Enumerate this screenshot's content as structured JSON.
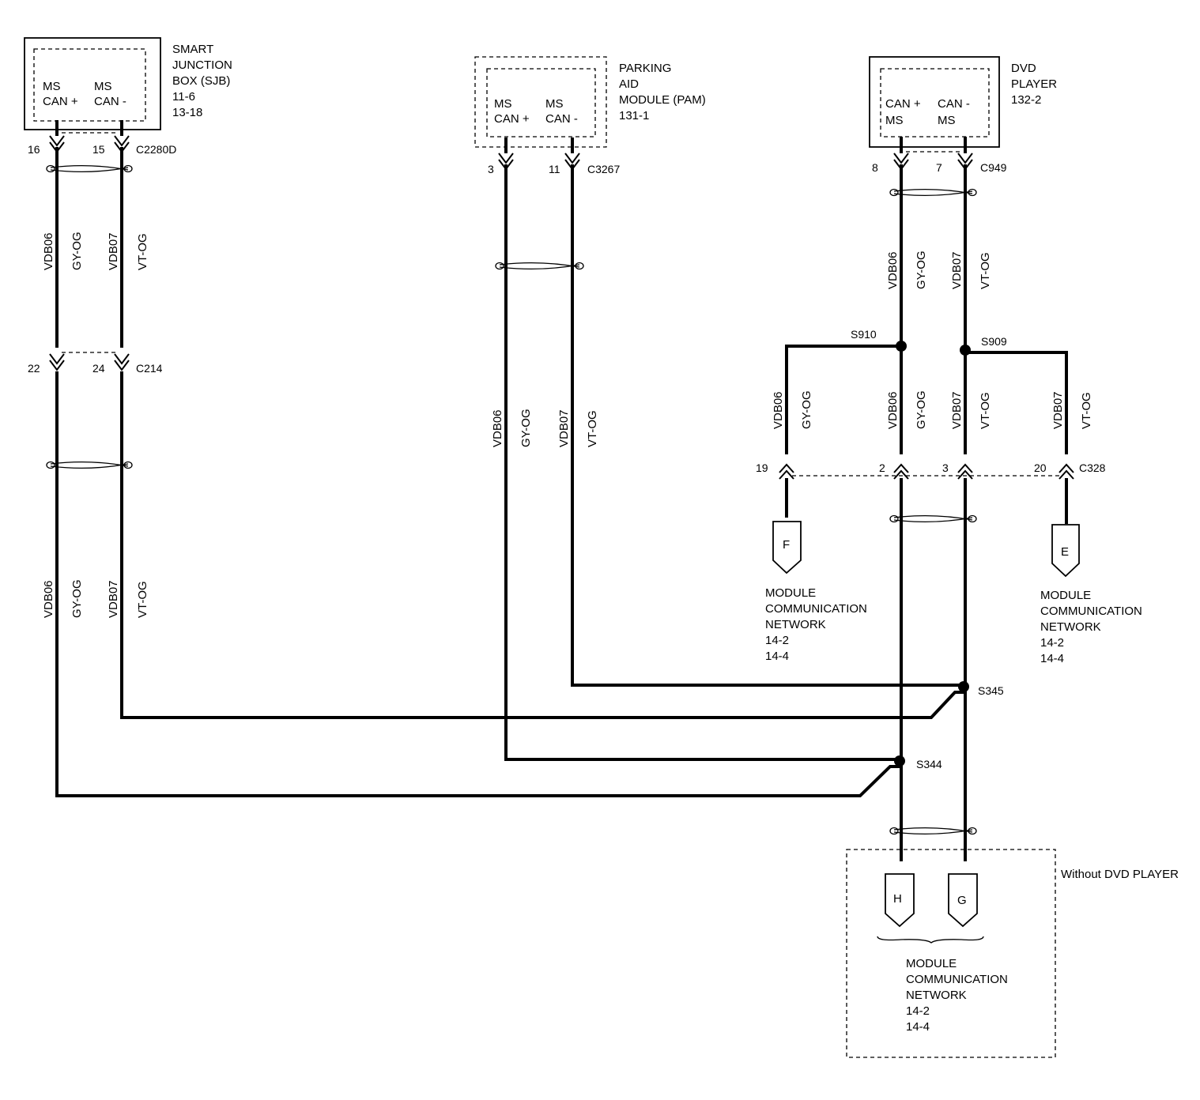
{
  "modules": {
    "sjb": {
      "name": [
        "SMART",
        "JUNCTION",
        "BOX (SJB)",
        "11-6",
        "13-18"
      ],
      "pins": [
        [
          "MS",
          "CAN +"
        ],
        [
          "MS",
          "CAN -"
        ]
      ]
    },
    "pam": {
      "name": [
        "PARKING",
        "AID",
        "MODULE (PAM)",
        "131-1"
      ],
      "pins": [
        [
          "MS",
          "CAN +"
        ],
        [
          "MS",
          "CAN -"
        ]
      ]
    },
    "dvd": {
      "name": [
        "DVD",
        "PLAYER",
        "132-2"
      ],
      "pins": [
        [
          "CAN +",
          "MS"
        ],
        [
          "CAN -",
          "MS"
        ]
      ]
    }
  },
  "connectors": {
    "c2280d": {
      "label": "C2280D",
      "pins": [
        "16",
        "15"
      ]
    },
    "c214": {
      "label": "C214",
      "pins": [
        "22",
        "24"
      ]
    },
    "c3267": {
      "label": "C3267",
      "pins": [
        "3",
        "11"
      ]
    },
    "c949": {
      "label": "C949",
      "pins": [
        "8",
        "7"
      ]
    },
    "c328": {
      "label": "C328",
      "pins": [
        "19",
        "2",
        "3",
        "20"
      ]
    }
  },
  "splices": {
    "s910": "S910",
    "s909": "S909",
    "s345": "S345",
    "s344": "S344"
  },
  "wires": {
    "plus": {
      "circuit": "VDB06",
      "color": "GY-OG"
    },
    "minus": {
      "circuit": "VDB07",
      "color": "VT-OG"
    }
  },
  "refs": {
    "f": {
      "letter": "F",
      "text": [
        "MODULE",
        "COMMUNICATION",
        "NETWORK",
        "14-2",
        "14-4"
      ]
    },
    "e": {
      "letter": "E",
      "text": [
        "MODULE",
        "COMMUNICATION",
        "NETWORK",
        "14-2",
        "14-4"
      ]
    },
    "h": {
      "letter": "H"
    },
    "g": {
      "letter": "G"
    },
    "hg": {
      "text": [
        "MODULE",
        "COMMUNICATION",
        "NETWORK",
        "14-2",
        "14-4"
      ]
    }
  },
  "option_label": "Without DVD PLAYER"
}
